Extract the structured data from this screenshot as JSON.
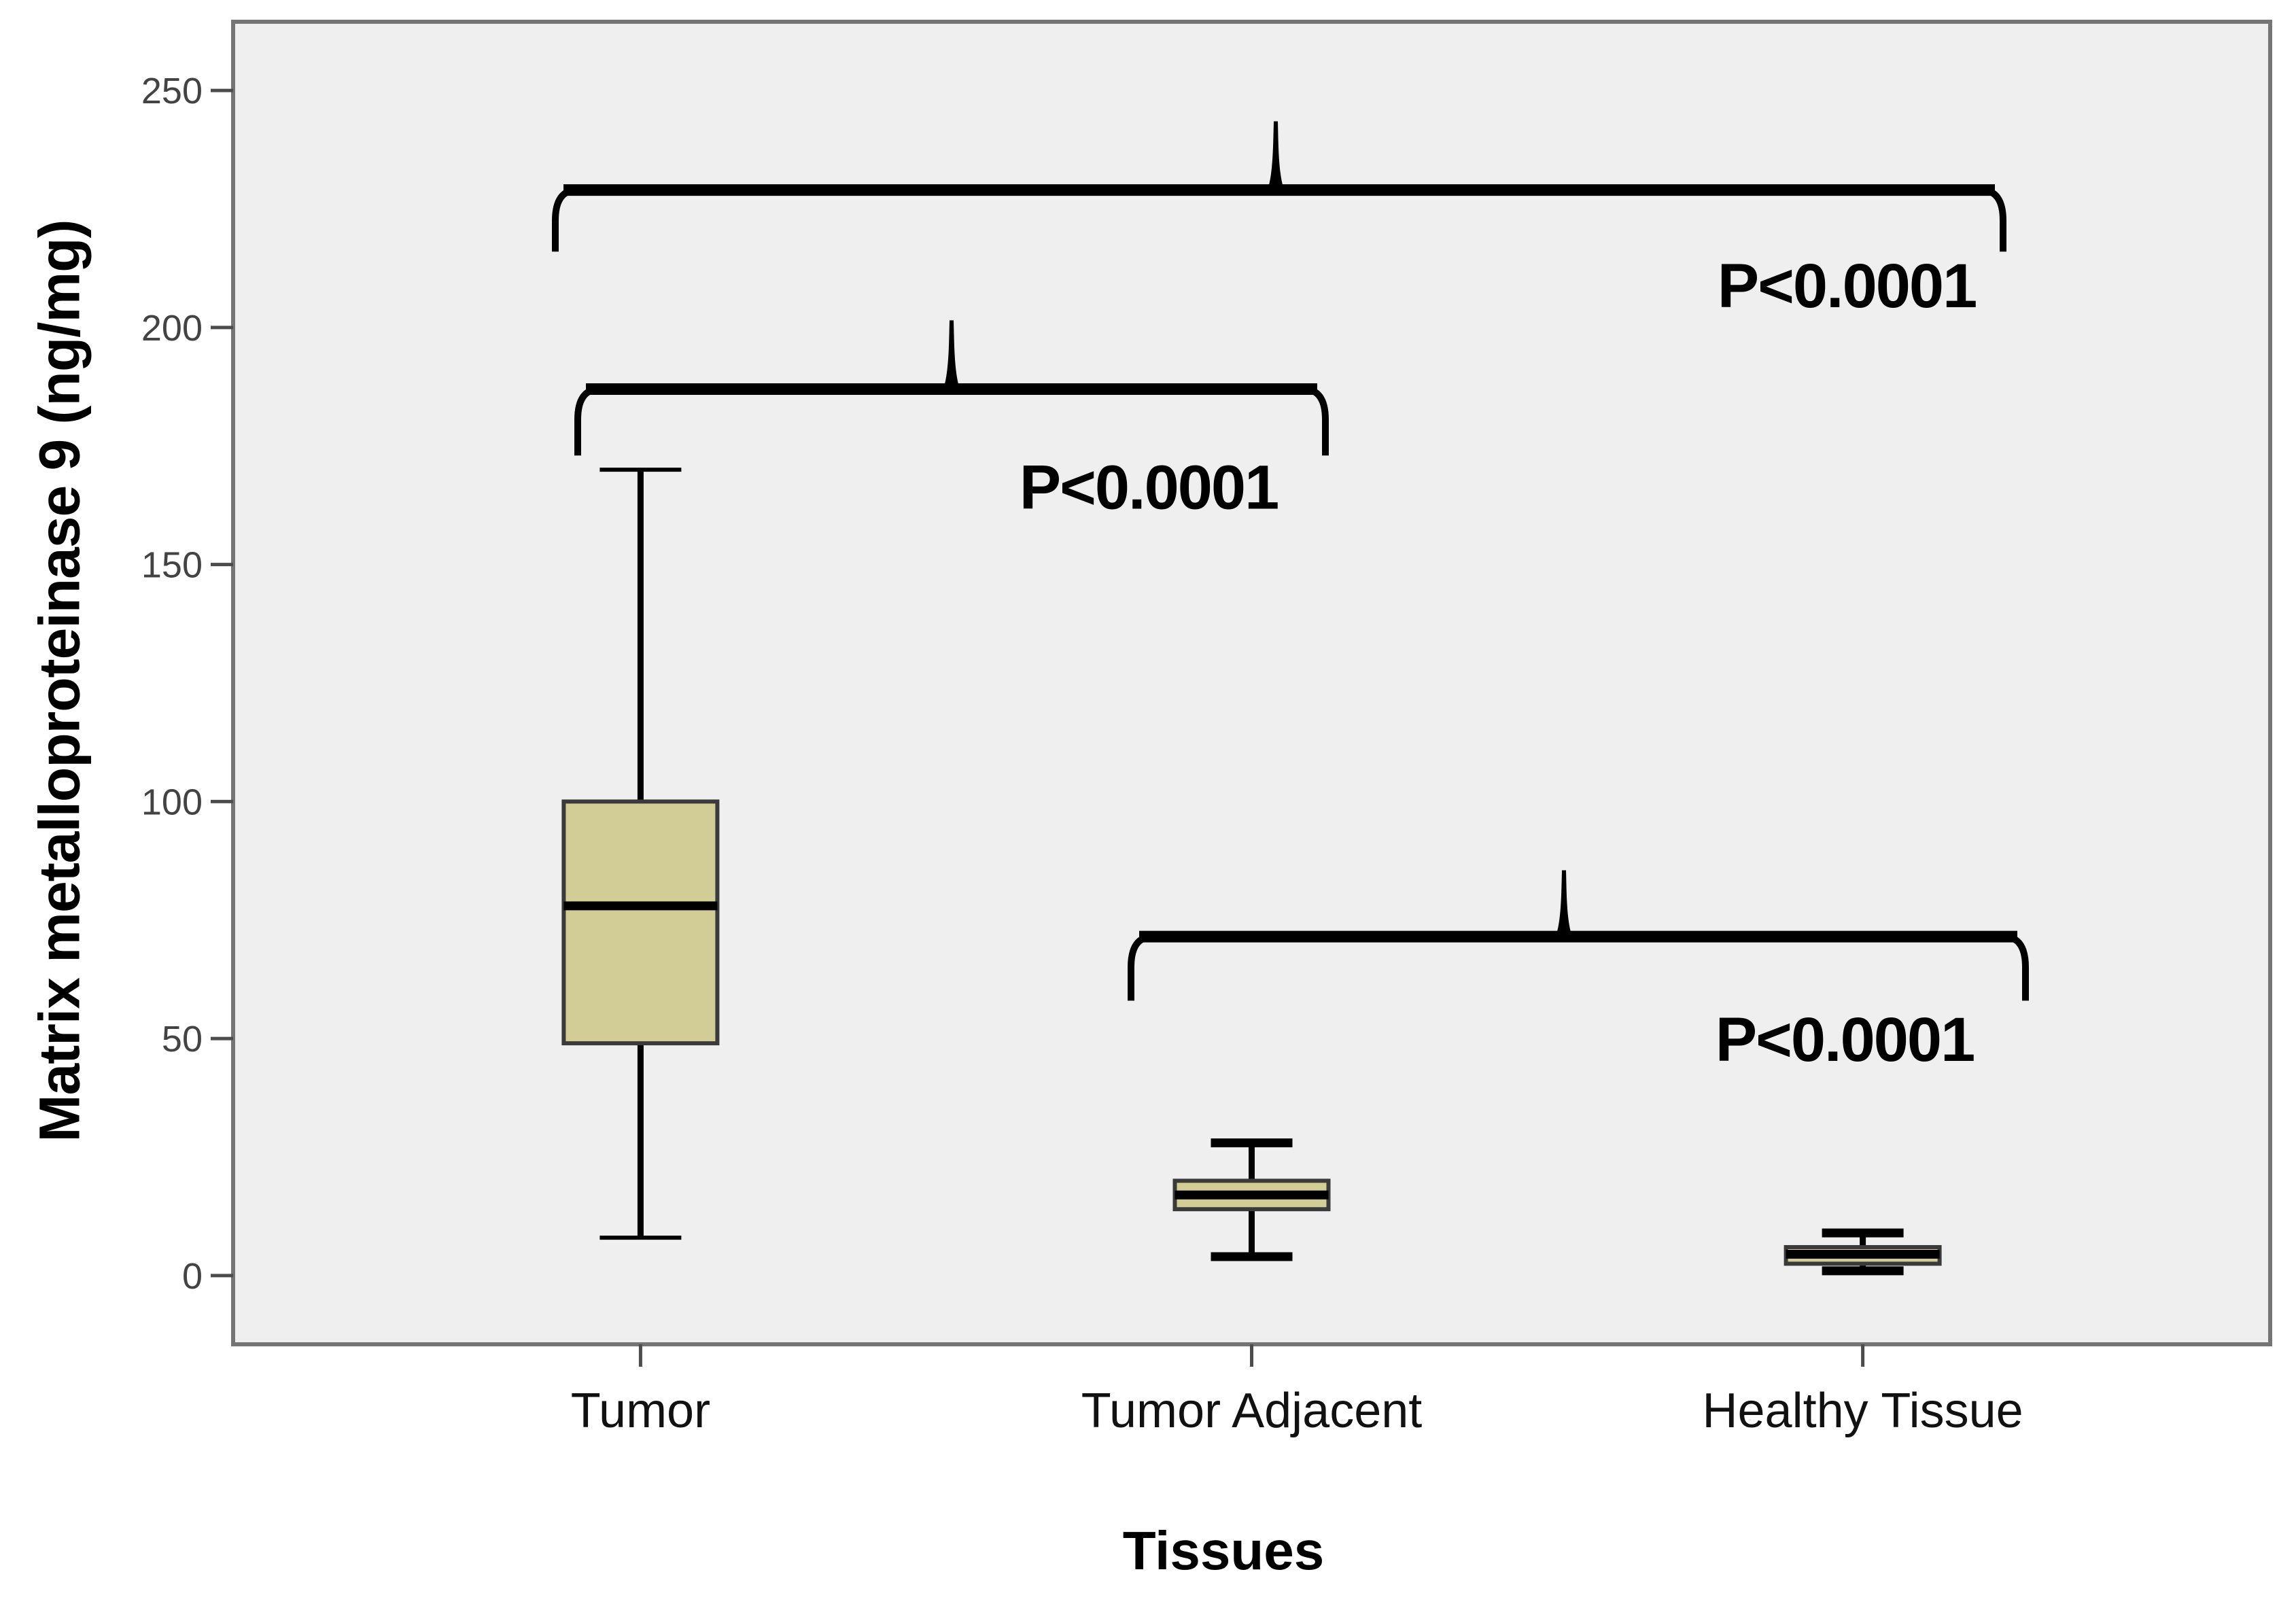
{
  "page": {
    "background": "#ffffff"
  },
  "chart_data": {
    "type": "boxplot",
    "title": "",
    "xlabel": "Tissues",
    "ylabel": "Matrix metalloproteinase 9 (ng/mg)",
    "categories": [
      "Tumor",
      "Tumor Adjacent",
      "Healthy Tissue"
    ],
    "yticks": [
      0,
      50,
      100,
      150,
      200,
      250
    ],
    "ylim": [
      -14.5,
      264.5
    ],
    "grid": false,
    "legend": false,
    "boxes": [
      {
        "category": "Tumor",
        "min": 8,
        "q1": 49,
        "median": 78,
        "q3": 100,
        "max": 170
      },
      {
        "category": "Tumor Adjacent",
        "min": 4,
        "q1": 14,
        "median": 17,
        "q3": 20,
        "max": 28
      },
      {
        "category": "Healthy Tissue",
        "min": 1,
        "q1": 2.5,
        "median": 4.5,
        "q3": 6,
        "max": 9
      }
    ],
    "comparisons": [
      {
        "groups": [
          "Tumor",
          "Healthy Tissue"
        ],
        "label": "P<0.0001",
        "x1": 474,
        "x2": 2604,
        "spike_x": 1534,
        "bar_value": 229,
        "spike_value": 243.5,
        "tail_value": 216,
        "label_x": 2374,
        "label_value": 209
      },
      {
        "groups": [
          "Tumor",
          "Tumor Adjacent"
        ],
        "label": "P<0.0001",
        "x1": 507,
        "x2": 1607,
        "spike_x": 1057,
        "bar_value": 187,
        "spike_value": 201.5,
        "tail_value": 173,
        "label_x": 1347,
        "label_value": 166.5
      },
      {
        "groups": [
          "Tumor Adjacent",
          "Healthy Tissue"
        ],
        "label": "P<0.0001",
        "x1": 1321,
        "x2": 2637,
        "spike_x": 1958,
        "bar_value": 71.5,
        "spike_value": 85.5,
        "tail_value": 58,
        "label_x": 2371,
        "label_value": 50
      }
    ]
  },
  "style": {
    "plot_bg": "#efefef",
    "frame_color": "#757575",
    "box_fill": "#d2cc96",
    "box_border": "#3a3a3a",
    "line_color": "#000000",
    "tick_color": "#4c4c4c",
    "tick_label_color": "#434343",
    "label_color": "#111111"
  }
}
